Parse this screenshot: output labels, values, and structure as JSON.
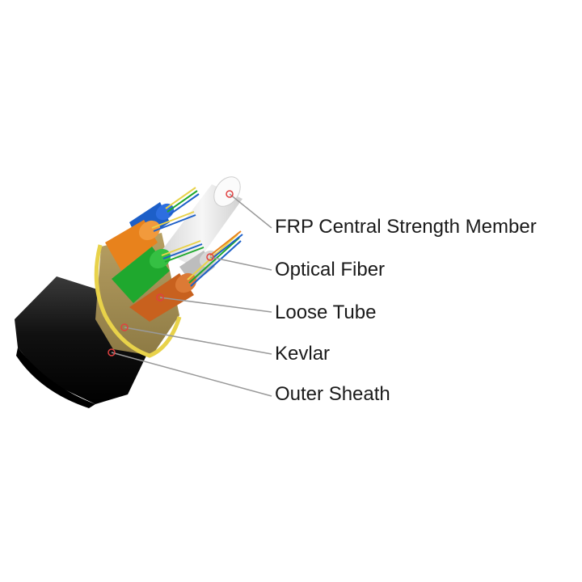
{
  "diagram": {
    "labels": [
      {
        "id": "frp",
        "text": "FRP Central Strength Member"
      },
      {
        "id": "fiber",
        "text": "Optical Fiber"
      },
      {
        "id": "tube",
        "text": "Loose Tube"
      },
      {
        "id": "kevlar",
        "text": "Kevlar"
      },
      {
        "id": "sheath",
        "text": "Outer Sheath"
      }
    ]
  },
  "colors": {
    "sheath": "#111111",
    "kevlar": "#c9b26a",
    "kevlar_ring": "#e8d24a",
    "frp": "#eeeeee",
    "tube_orange": "#e8821c",
    "tube_green": "#1fa82e",
    "tube_blue": "#1d5fc8",
    "tube_brown": "#c8611e",
    "tube_grey": "#bdbdbd",
    "leader": "#999999",
    "marker": "#e04040"
  }
}
